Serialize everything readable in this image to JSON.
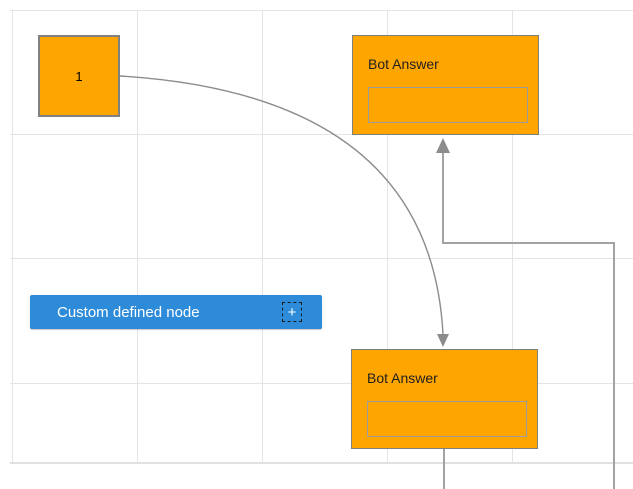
{
  "colors": {
    "node_orange": "#FFA500",
    "node_border_gray": "#808080",
    "inner_rect_border": "#9c9c9c",
    "accent_blue": "#2E8BD9",
    "connector_gray": "#8c8c8c",
    "connector_light_gray": "#a3a3a3",
    "grid_gray": "#e4e4e4",
    "canvas_bg": "#ffffff",
    "title_text": "#1f1f1f"
  },
  "nodes": {
    "square": {
      "label": "1"
    },
    "bot_answer_top": {
      "title": "Bot Answer",
      "input_value": ""
    },
    "bot_answer_bottom": {
      "title": "Bot Answer",
      "input_value": ""
    }
  },
  "palette": {
    "custom_node": {
      "label": "Custom defined node",
      "plus_glyph": "+",
      "icon": "plus-icon"
    }
  },
  "connectors": [
    {
      "id": "curved-link",
      "from": "square-1",
      "to": "bot-answer-bottom",
      "style": "curved",
      "arrow": "down"
    },
    {
      "id": "elbow-link",
      "from": "offscreen-bottom-right",
      "to": "bot-answer-top",
      "style": "orthogonal",
      "arrow": "up"
    },
    {
      "id": "bottom-link",
      "from": "bot-answer-bottom",
      "to": "offscreen-bottom",
      "style": "straight",
      "arrow": "none"
    }
  ]
}
